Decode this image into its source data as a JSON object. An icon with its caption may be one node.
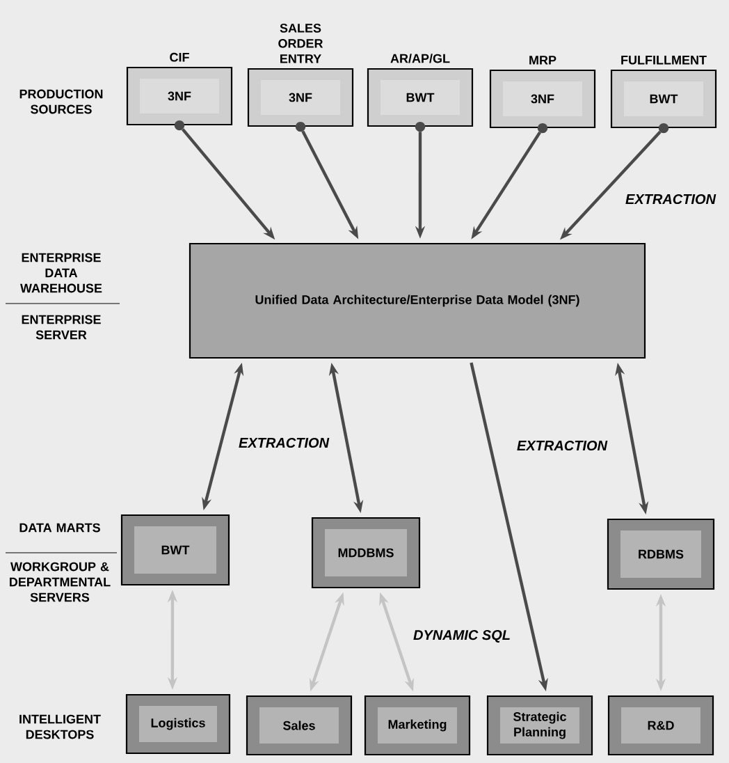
{
  "diagram": {
    "nodes": [
      {
        "text": [
          "CIF",
          "3NF"
        ]
      },
      {
        "text": [
          "SALES ORDER ENTRY",
          "3NF"
        ]
      },
      {
        "text": [
          "AR/AP/GL",
          "BWT"
        ]
      },
      {
        "text": [
          "MRP",
          "3NF"
        ]
      },
      {
        "text": [
          "FULFILLMENT",
          "BWT"
        ]
      },
      {
        "text": [
          "Unified Data Architecture/Enterprise Data Model (3NF)"
        ]
      },
      {
        "text": [
          "BWT"
        ]
      },
      {
        "text": [
          "MDDBMS"
        ]
      },
      {
        "text": [
          "RDBMS"
        ]
      },
      {
        "text": [
          "Logistics"
        ]
      },
      {
        "text": [
          "Sales"
        ]
      },
      {
        "text": [
          "Marketing"
        ]
      },
      {
        "text": [
          "Strategic Planning"
        ]
      },
      {
        "text": [
          "R&D"
        ]
      }
    ],
    "edges": [
      {
        "from": 0,
        "to": 5,
        "arrow": "to"
      },
      {
        "from": 1,
        "to": 5,
        "arrow": "to"
      },
      {
        "from": 2,
        "to": 5,
        "arrow": "to"
      },
      {
        "from": 3,
        "to": 5,
        "arrow": "to"
      },
      {
        "from": 4,
        "to": 5,
        "arrow": "to"
      },
      {
        "from": 5,
        "to": 6,
        "arrow": "both"
      },
      {
        "from": 5,
        "to": 7,
        "arrow": "both"
      },
      {
        "from": 5,
        "to": 12,
        "arrow": "to"
      },
      {
        "from": 5,
        "to": 8,
        "arrow": "both"
      },
      {
        "from": 6,
        "to": 9,
        "arrow": "both",
        "color": "#c4c4c4"
      },
      {
        "from": 7,
        "to": 10,
        "arrow": "both",
        "color": "#c4c4c4"
      },
      {
        "from": 7,
        "to": 11,
        "arrow": "both",
        "color": "#c4c4c4"
      },
      {
        "from": 8,
        "to": 13,
        "arrow": "both",
        "color": "#c4c4c4"
      }
    ],
    "labels": [
      "PRODUCTION SOURCES",
      "EXTRACTION",
      "ENTERPRISE DATA WAREHOUSE",
      "ENTERPRISE SERVER",
      "EXTRACTION",
      "EXTRACTION",
      "DATA MARTS",
      "WORKGROUP & DEPARTMENTAL SERVERS",
      "DYNAMIC SQL",
      "INTELLIGENT DESKTOPS"
    ]
  }
}
